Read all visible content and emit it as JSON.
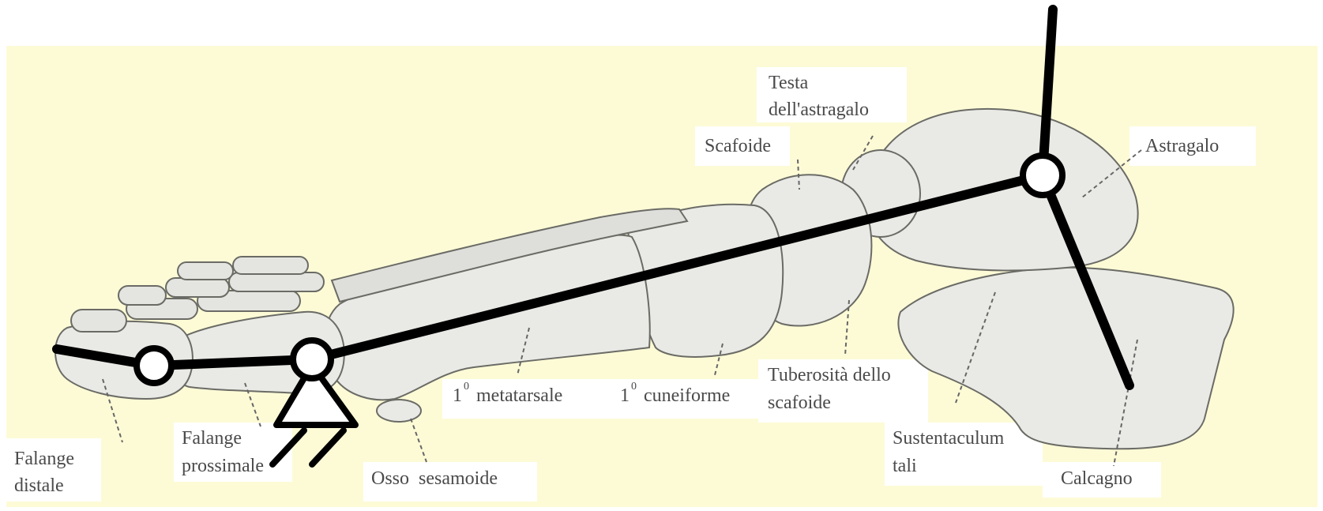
{
  "labels": {
    "testa_line1": "Testa",
    "testa_line2": "dell'astragalo",
    "scafoide": "Scafoide",
    "astragalo": "Astragalo",
    "falange_distale_line1": "Falange",
    "falange_distale_line2": "distale",
    "falange_prossimale_line1": "Falange",
    "falange_prossimale_line2": "prossimale",
    "osso_sesamoide": "Osso  sesamoide",
    "metatarsale_prefix": "1",
    "metatarsale_text": " metatarsale",
    "cuneiforme_prefix": "1",
    "cuneiforme_text": " cuneiforme",
    "degree_mark": "0",
    "tuberosita_line1": "Tuberosità dello",
    "tuberosita_line2": "scafoide",
    "sustentaculum_line1": "Sustentaculum",
    "sustentaculum_line2": "tali",
    "calcagno": "Calcagno"
  },
  "colors": {
    "background_panel": "#fdfbd6",
    "page": "#ffffff",
    "bone_fill": "#e9e9e5",
    "bone_shadow": "#b9b9b3",
    "bone_outline": "#6b6b66",
    "mechanism_line": "#000000",
    "joint_fill": "#ffffff"
  },
  "icons": {
    "joint": "white-circle-joint",
    "support": "pin-support-triangle-with-hatch"
  }
}
